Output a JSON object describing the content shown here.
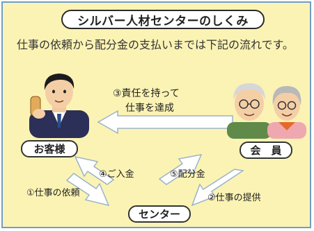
{
  "title": "シルバー人材センターのしくみ",
  "intro": "仕事の依頼から配分金の支払いまでは下記の流れです。",
  "nodes": {
    "customer": "お客様",
    "member": "会　員",
    "center": "センター"
  },
  "steps": {
    "step1": "①仕事の依頼",
    "step2": "②仕事の提供",
    "step3_line1": "③責任を持って",
    "step3_line2": "仕事を達成",
    "step4": "④ご入金",
    "step5": "⑤配分金"
  },
  "colors": {
    "background": "#fbf3b4",
    "frame": "#6f9ec6",
    "arrow_fill": "#ffffff",
    "arrow_stroke": "#9ab3c8"
  }
}
